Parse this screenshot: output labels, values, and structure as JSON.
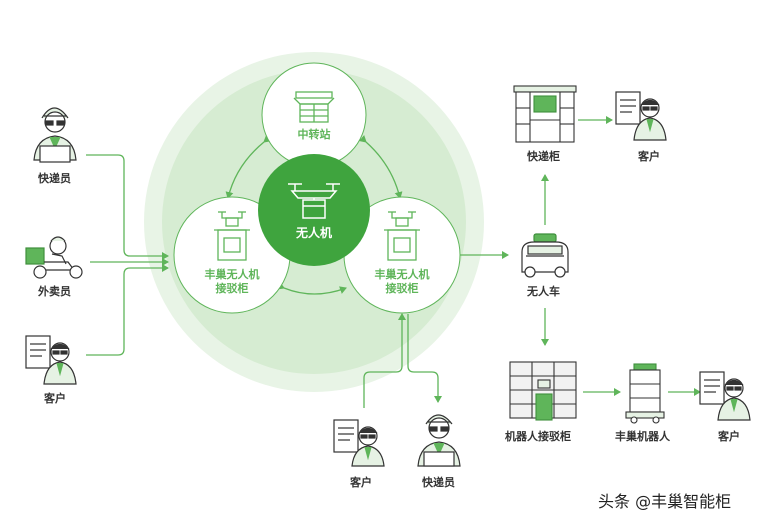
{
  "center": {
    "label": "无人机"
  },
  "hub": {
    "label": "中转站"
  },
  "lockers": {
    "left": "丰巢无人机\n接驳柜",
    "right": "丰巢无人机\n接驳柜"
  },
  "left_actors": {
    "courier": "快递员",
    "takeaway": "外卖员",
    "customer": "客户"
  },
  "right": {
    "car": "无人车",
    "express_locker": "快递柜",
    "customer_top": "客户",
    "robot_locker": "机器人接驳柜",
    "robot": "丰巢机器人",
    "customer_bottom": "客户"
  },
  "bottom_actors": {
    "customer": "客户",
    "courier": "快递员"
  },
  "watermark": "头条 @丰巢智能柜",
  "colors": {
    "accent": "#5fb55a",
    "light": "#e6f2e4",
    "ring": "#d3ead0",
    "stroke": "#333333"
  }
}
